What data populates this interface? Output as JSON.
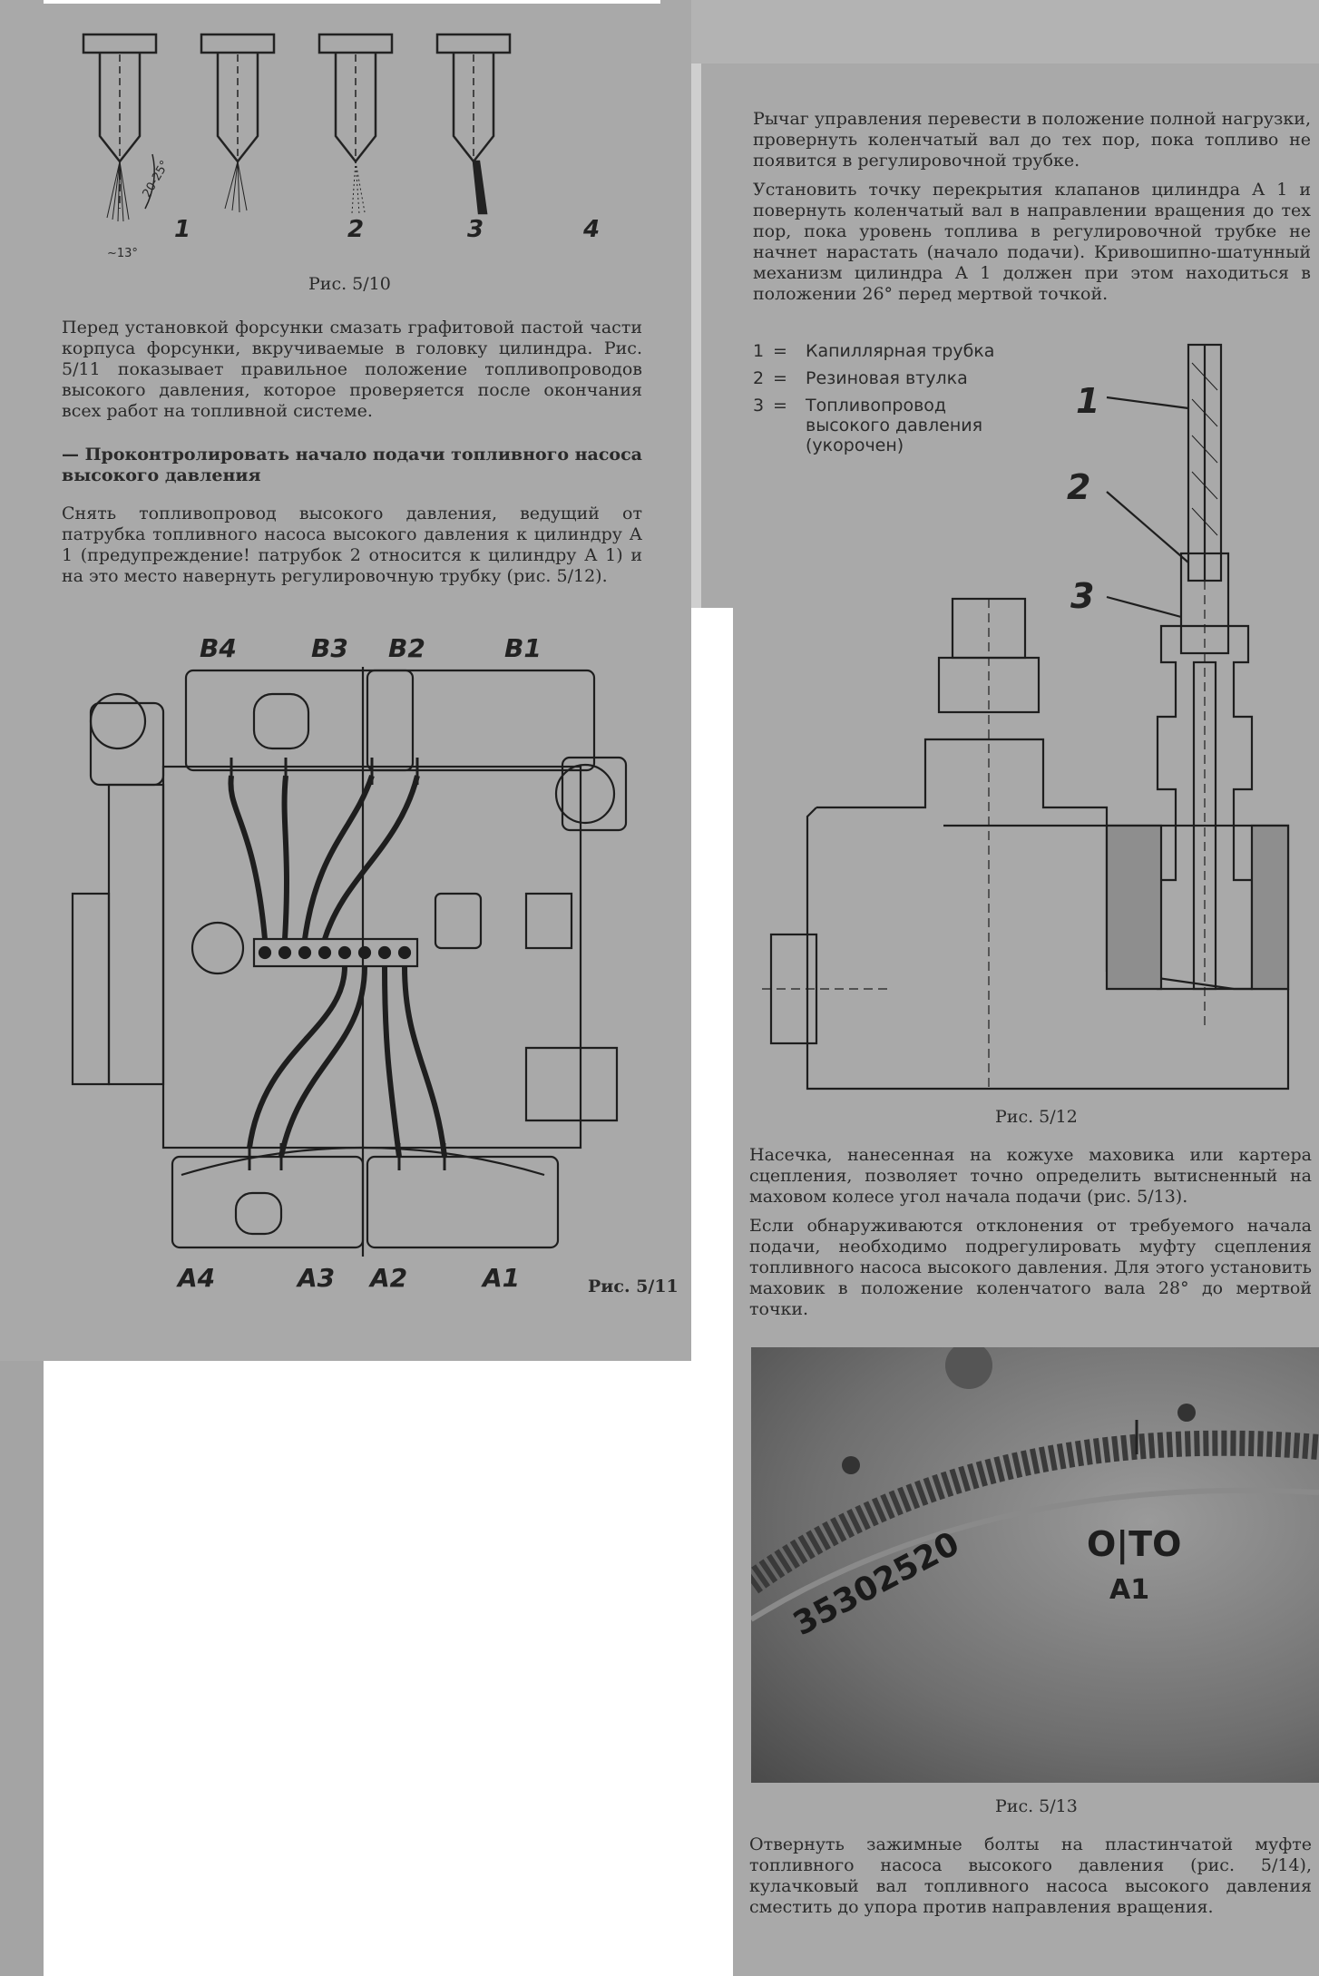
{
  "fig_5_10": {
    "caption": "Рис. 5/10",
    "labels": [
      "1",
      "2",
      "3",
      "4"
    ],
    "angle_spray": "20-25°",
    "angle_axis": "~13°"
  },
  "left_text": {
    "p1": "Перед установкой форсунки смазать графитовой пастой части корпуса форсунки, вкручиваемые в головку цилиндра. Рис. 5/11 показывает правильное положение топливопроводов высокого давления, которое проверяется после окончания всех работ на топливной системе.",
    "heading": "— Проконтролировать начало подачи топливного насоса высокого давления",
    "p2": "Снять топливопровод высокого давления, ведущий от патрубка топливного насоса высокого давления к цилиндру А 1 (предупреждение! патрубок 2 относится к цилиндру А 1) и на это место навернуть регулировочную трубку (рис. 5/12)."
  },
  "fig_5_11": {
    "caption": "Рис. 5/11",
    "top_labels": [
      "B4",
      "B3",
      "B2",
      "B1"
    ],
    "bottom_labels": [
      "A4",
      "A3",
      "A2",
      "A1"
    ]
  },
  "right_text": {
    "p1": "Рычаг управления перевести в положение полной нагрузки, провернуть коленчатый вал до тех пор, пока топливо не появится в регулировочной трубке.",
    "p2": "Установить точку перекрытия клапанов цилиндра А 1 и повернуть коленчатый вал в направлении вращения до тех пор, пока уровень топлива в регулировочной трубке не начнет нарастать (начало подачи). Кривошипно-шатунный механизм цилиндра А 1 должен при этом находиться в положении 26° перед мертвой точкой.",
    "legend": [
      {
        "num": "1",
        "text": "Капиллярная трубка"
      },
      {
        "num": "2",
        "text": "Резиновая втулка"
      },
      {
        "num": "3",
        "text": "Топливопровод высокого давления (укорочен)"
      }
    ],
    "fig_5_12_labels": [
      "1",
      "2",
      "3"
    ],
    "fig_5_12_caption": "Рис. 5/12",
    "p3": "Насечка, нанесенная на кожухе маховика или картера сцепления, позволяет точно определить вытисненный на маховом колесе угол начала подачи (рис. 5/13).",
    "p4": "Если обнаруживаются отклонения от требуемого начала подачи, необходимо подрегулировать муфту сцепления топливного насоса высокого давления. Для этого установить маховик в положение коленчатого вала 28° до мертвой точки.",
    "photo_marks": {
      "ot": "O|TO",
      "a1": "A1",
      "scale": "35302520"
    },
    "fig_5_13_caption": "Рис. 5/13",
    "p5": "Отвернуть зажимные болты на пластинчатой муфте топливного насоса высокого давления (рис. 5/14), кулачковый вал топливного насоса высокого давления сместить до упора против направления вращения."
  }
}
